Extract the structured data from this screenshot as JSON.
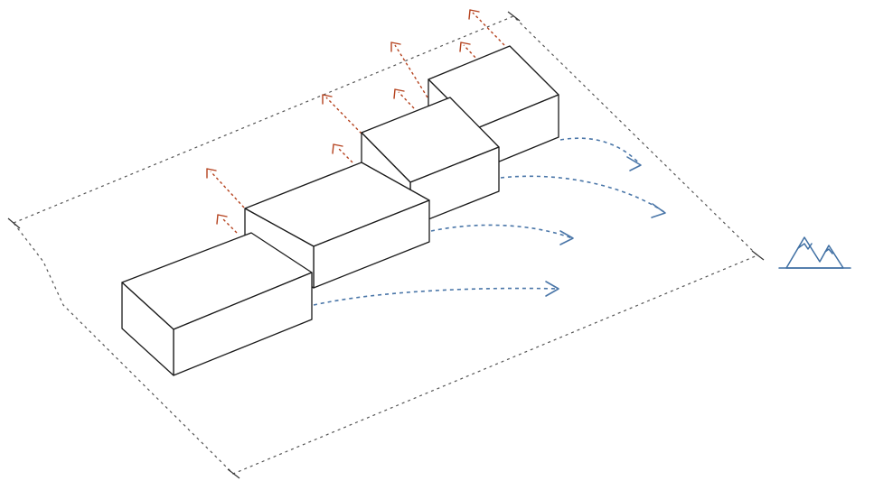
{
  "diagram": {
    "kind": "isometric site massing",
    "volumes": [
      "volume-1",
      "volume-2",
      "volume-3",
      "volume-4"
    ],
    "upward_arrow_count": 8,
    "view_arrow_count": 4,
    "landmark": "mountain-icon"
  },
  "colors": {
    "outline": "#1a1a1a",
    "site_boundary": "#555555",
    "upward_arrows": "#b5421e",
    "view_arrows": "#4a76a8",
    "mountain": "#3f6fa3"
  }
}
